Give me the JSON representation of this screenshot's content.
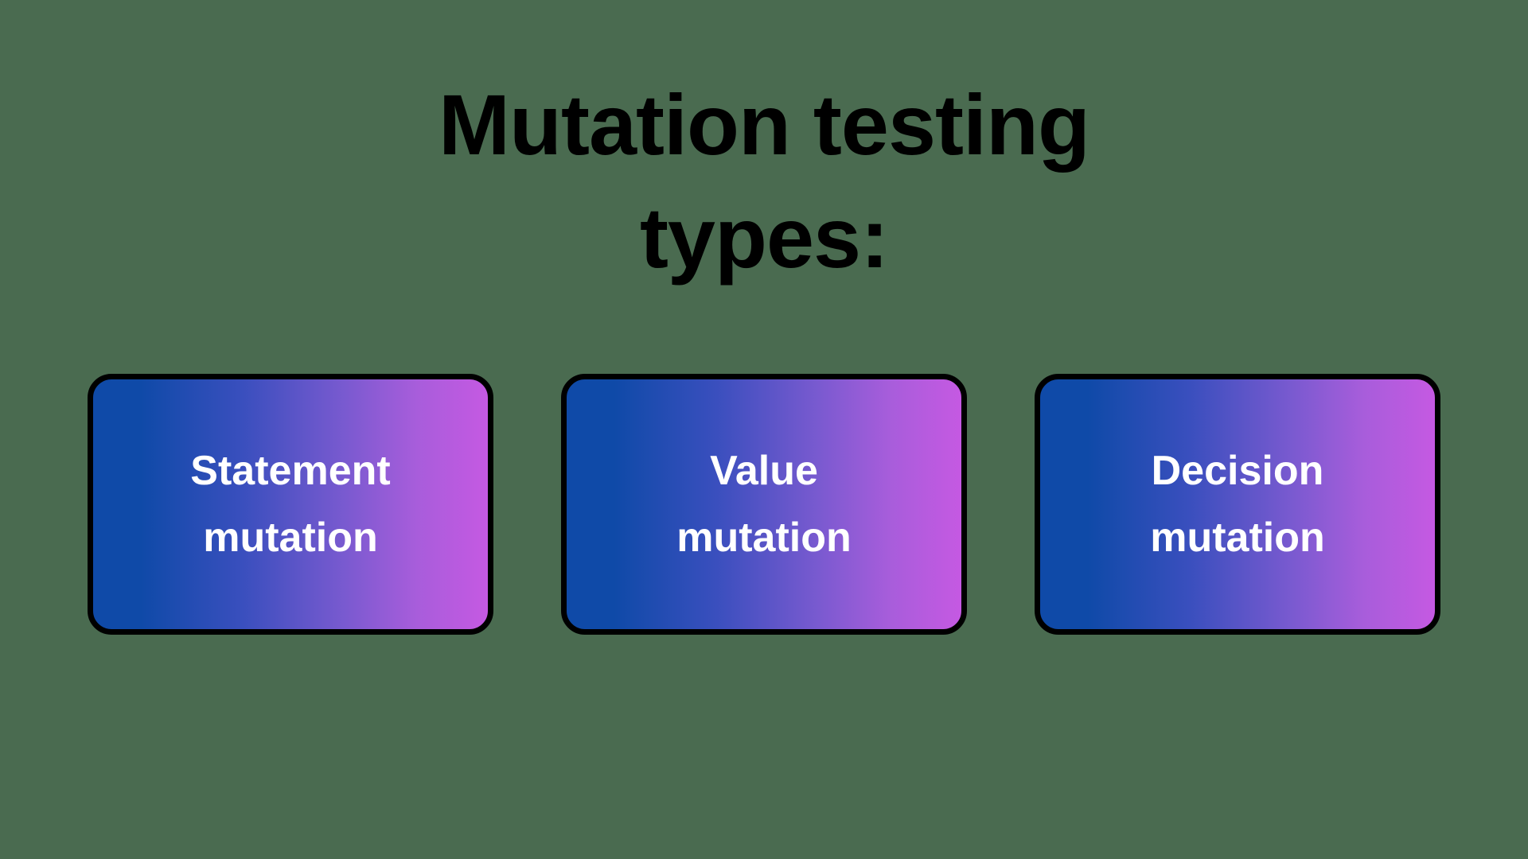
{
  "page": {
    "background_color": "#4a6b50",
    "title_color": "#000000"
  },
  "heading": {
    "full_text": "Mutation testing types:",
    "line1": "Mutation testing",
    "line2": "types:"
  },
  "cards": [
    {
      "name": "statement-mutation",
      "line1": "Statement",
      "line2": "mutation",
      "text_color": "#ffffff",
      "gradient_start": "#0f4aa8",
      "gradient_end": "#c559e2",
      "border_color": "#000000"
    },
    {
      "name": "value-mutation",
      "line1": "Value",
      "line2": "mutation",
      "text_color": "#ffffff",
      "gradient_start": "#0f4aa8",
      "gradient_end": "#c559e2",
      "border_color": "#000000"
    },
    {
      "name": "decision-mutation",
      "line1": "Decision",
      "line2": "mutation",
      "text_color": "#ffffff",
      "gradient_start": "#0f4aa8",
      "gradient_end": "#c559e2",
      "border_color": "#000000"
    }
  ]
}
